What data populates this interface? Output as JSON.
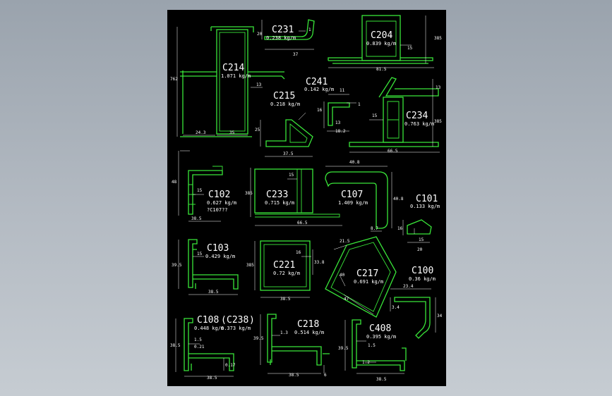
{
  "colors": {
    "background": "#aab2bb",
    "sheet": "#000000",
    "profile": "#39e639",
    "annotation": "#ffffff"
  },
  "profiles": {
    "c214": {
      "name": "C214",
      "weight": "1.071 kg/m",
      "d1": "762",
      "d2": "24.3",
      "d3": "35",
      "d4": "13"
    },
    "c231": {
      "name": "C231",
      "weight": "0.238 kg/m",
      "d1": "20",
      "d2": "37",
      "d3": "1"
    },
    "c204": {
      "name": "C204",
      "weight": "0.839 kg/m",
      "d1": "385",
      "d2": "81.5",
      "d3": "15"
    },
    "c241": {
      "name": "C241",
      "weight": "0.142 kg/m",
      "d1": "11",
      "d2": "16",
      "d3": "1",
      "d4": "13",
      "d5": "18.2"
    },
    "c215": {
      "name": "C215",
      "weight": "0.218 kg/m",
      "d1": "25",
      "d2": "37.5"
    },
    "c234": {
      "name": "C234",
      "weight": "0.763 kg/m",
      "d1": "13",
      "d2": "385",
      "d3": "15",
      "d4": "66.5"
    },
    "c102": {
      "name": "C102",
      "weight": "0.627 kg/m",
      "note": "?C107??",
      "d1": "48",
      "d2": "15",
      "d3": "38.5"
    },
    "c233": {
      "name": "C233",
      "weight": "0.715 kg/m",
      "d1": "385",
      "d2": "15",
      "d3": "66.5"
    },
    "c107": {
      "name": "C107",
      "weight": "1.409 kg/m",
      "d1": "40.8",
      "d2": "40.8",
      "d3": "8.7"
    },
    "c101": {
      "name": "C101",
      "weight": "0.133 kg/m",
      "d1": "16",
      "d2": "15",
      "d3": "20"
    },
    "c103": {
      "name": "C103",
      "weight": "0.429 kg/m",
      "d1": "39.5",
      "d2": "15",
      "d3": "38.5"
    },
    "c221": {
      "name": "C221",
      "weight": "0.72 kg/m",
      "d1": "385",
      "d2": "16",
      "d3": "33.8",
      "d4": "38.5"
    },
    "c217": {
      "name": "C217",
      "weight": "0.691 kg/m",
      "d1": "21.5",
      "d2": "40",
      "d3": "47"
    },
    "c100": {
      "name": "C100",
      "weight": "0.36 kg/m",
      "d1": "23.4",
      "d2": "3.4",
      "d3": "34"
    },
    "c108": {
      "name": "C108",
      "weight": "0.448 kg/m",
      "d1": "38.5",
      "d2": "1.5",
      "d3": "0.21",
      "d4": "38.5",
      "d5": "0.17"
    },
    "c238": {
      "name": "C238",
      "weight": "0.373 kg/m"
    },
    "c218": {
      "name": "C218",
      "weight": "0.514 kg/m",
      "d1": "39.5",
      "d2": "1.3",
      "d3": "38.5",
      "d4": "6"
    },
    "c408": {
      "name": "C408",
      "weight": "0.395 kg/m",
      "d1": "39.5",
      "d2": "1.5",
      "d3": "1.2",
      "d4": "38.5"
    }
  }
}
